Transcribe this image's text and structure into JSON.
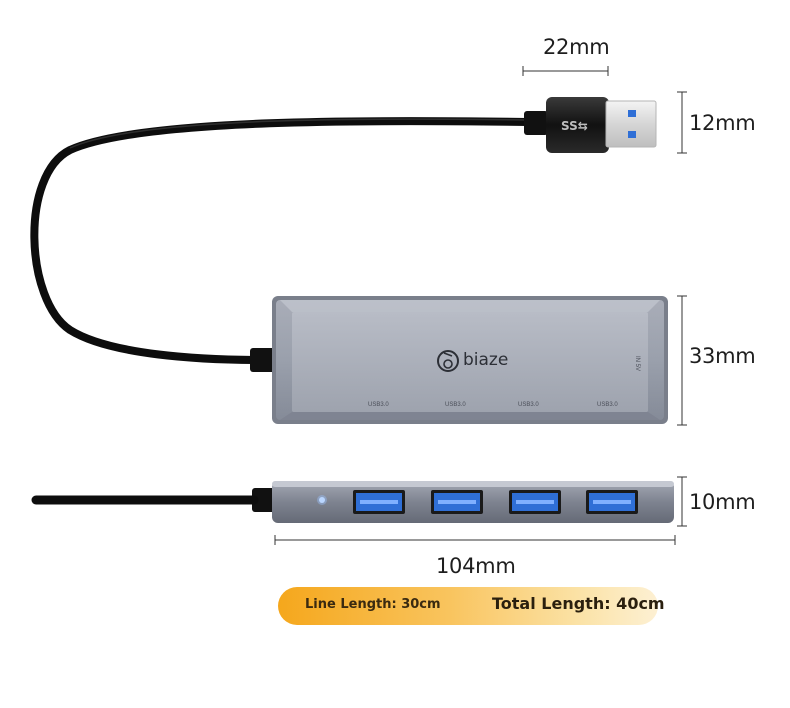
{
  "dimensions": {
    "plug_width": "22mm",
    "plug_height": "12mm",
    "hub_depth": "33mm",
    "hub_thickness": "10mm",
    "hub_length": "104mm"
  },
  "hub": {
    "brand": "biaze",
    "port_labels": [
      "USB3.0",
      "USB3.0",
      "USB3.0",
      "USB3.0"
    ],
    "power_label": "IN 5V"
  },
  "plug": {
    "logo": "SS⇆"
  },
  "lengths": {
    "line_length": "Line Length: 30cm",
    "total_length": "Total Length: 40cm"
  },
  "colors": {
    "hub_body": "#8d929e",
    "usb_blue": "#2f6fd6",
    "pill_orange": "#f5a71c"
  }
}
